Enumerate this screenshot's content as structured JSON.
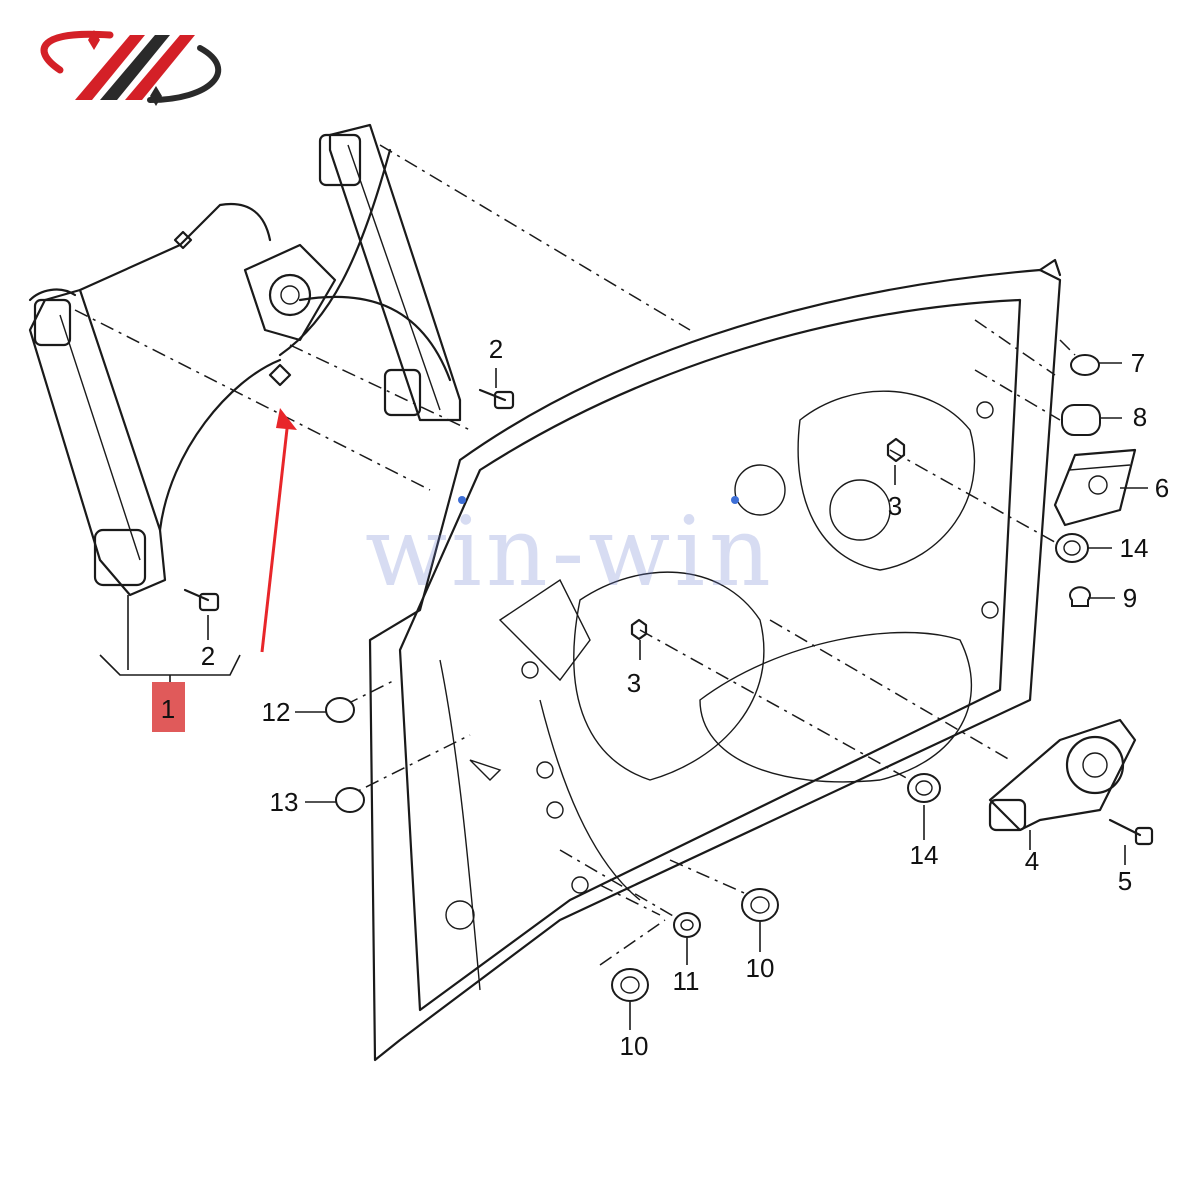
{
  "diagram": {
    "watermark": "win-win",
    "highlight_color": "#e05a5a",
    "arrow_color": "#e8262a",
    "logo_colors": {
      "red": "#d42027",
      "dark": "#2a2a2a"
    },
    "callouts": [
      {
        "id": "1",
        "label": "1",
        "highlighted": true
      },
      {
        "id": "2a",
        "label": "2"
      },
      {
        "id": "2b",
        "label": "2"
      },
      {
        "id": "3a",
        "label": "3"
      },
      {
        "id": "3b",
        "label": "3"
      },
      {
        "id": "4",
        "label": "4"
      },
      {
        "id": "5",
        "label": "5"
      },
      {
        "id": "6",
        "label": "6"
      },
      {
        "id": "7",
        "label": "7"
      },
      {
        "id": "8",
        "label": "8"
      },
      {
        "id": "9",
        "label": "9"
      },
      {
        "id": "10a",
        "label": "10"
      },
      {
        "id": "10b",
        "label": "10"
      },
      {
        "id": "11",
        "label": "11"
      },
      {
        "id": "12",
        "label": "12"
      },
      {
        "id": "13",
        "label": "13"
      },
      {
        "id": "14a",
        "label": "14"
      },
      {
        "id": "14b",
        "label": "14"
      }
    ]
  }
}
